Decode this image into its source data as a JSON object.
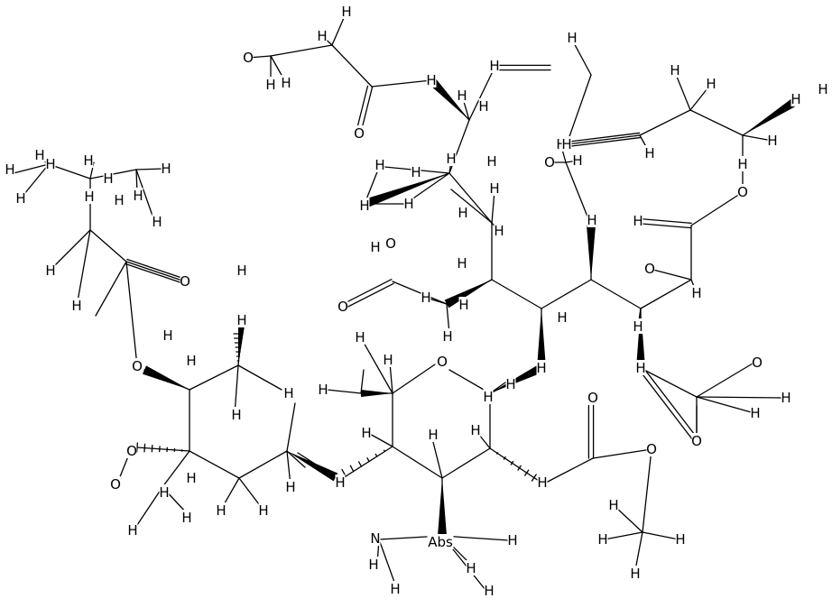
{
  "atoms": [
    {
      "name": "o-isovaleryl-carbonyl",
      "label": "O"
    },
    {
      "name": "o-isovaleryl-ester",
      "label": "O"
    },
    {
      "name": "h-isoval-1",
      "label": "H"
    },
    {
      "name": "h-isoval-2",
      "label": "H"
    },
    {
      "name": "h-isoval-3",
      "label": "H"
    },
    {
      "name": "h-isoval-4",
      "label": "H"
    },
    {
      "name": "h-isoval-5",
      "label": "H"
    },
    {
      "name": "h-isoval-6",
      "label": "H"
    },
    {
      "name": "h-isoval-7",
      "label": "H"
    },
    {
      "name": "h-isoval-8",
      "label": "H"
    },
    {
      "name": "h-isoval-9",
      "label": "H"
    },
    {
      "name": "h-isoval-10",
      "label": "H"
    },
    {
      "name": "h-isoval-11",
      "label": "H"
    },
    {
      "name": "h-isoval-12",
      "label": "H"
    },
    {
      "name": "h-isoval-13",
      "label": "H"
    },
    {
      "name": "h-isoval-14",
      "label": "H"
    },
    {
      "name": "o-mycarose-ring",
      "label": "O"
    },
    {
      "name": "o-mycarose-hydroxyl",
      "label": "O"
    },
    {
      "name": "h-mycarose-hydroxyl",
      "label": "H"
    },
    {
      "name": "h-myc-1",
      "label": "H"
    },
    {
      "name": "h-myc-2",
      "label": "H"
    },
    {
      "name": "h-myc-3",
      "label": "H"
    },
    {
      "name": "h-myc-4",
      "label": "H"
    },
    {
      "name": "h-myc-5",
      "label": "H"
    },
    {
      "name": "h-myc-6",
      "label": "H"
    },
    {
      "name": "h-myc-7",
      "label": "H"
    },
    {
      "name": "h-myc-8",
      "label": "H"
    },
    {
      "name": "h-myc-9",
      "label": "H"
    },
    {
      "name": "h-myc-10",
      "label": "H"
    },
    {
      "name": "h-myc-11",
      "label": "H"
    },
    {
      "name": "h-myc-12",
      "label": "H"
    },
    {
      "name": "o-glycosidic-1",
      "label": "O"
    },
    {
      "name": "o-mycaminose-ring",
      "label": "Abs"
    },
    {
      "name": "n-dimethylamino",
      "label": "N"
    },
    {
      "name": "h-nme-1",
      "label": "H"
    },
    {
      "name": "h-nme-2",
      "label": "H"
    },
    {
      "name": "h-nme-3",
      "label": "H"
    },
    {
      "name": "h-nme-4",
      "label": "H"
    },
    {
      "name": "h-nme-5",
      "label": "H"
    },
    {
      "name": "h-nme-6",
      "label": "H"
    },
    {
      "name": "h-myca-1",
      "label": "H"
    },
    {
      "name": "h-myca-2",
      "label": "H"
    },
    {
      "name": "h-myca-3",
      "label": "H"
    },
    {
      "name": "h-myca-4",
      "label": "H"
    },
    {
      "name": "h-myca-5",
      "label": "H"
    },
    {
      "name": "h-myca-6",
      "label": "H"
    },
    {
      "name": "h-myca-7",
      "label": "H"
    },
    {
      "name": "h-myca-8",
      "label": "H"
    },
    {
      "name": "o-propionyl-ester-2",
      "label": "O"
    },
    {
      "name": "o-propionyl-carbonyl-2",
      "label": "O"
    },
    {
      "name": "h-prop2-1",
      "label": "H"
    },
    {
      "name": "h-prop2-2",
      "label": "H"
    },
    {
      "name": "h-prop2-3",
      "label": "H"
    },
    {
      "name": "h-prop2-4",
      "label": "H"
    },
    {
      "name": "h-prop2-5",
      "label": "H"
    },
    {
      "name": "o-glycosidic-2",
      "label": "O"
    },
    {
      "name": "o-aldehyde",
      "label": "O"
    },
    {
      "name": "h-aldehyde",
      "label": "H"
    },
    {
      "name": "h-ald-ch2-1",
      "label": "H"
    },
    {
      "name": "h-ald-ch2-2",
      "label": "H"
    },
    {
      "name": "h-ring-1",
      "label": "H"
    },
    {
      "name": "h-ring-2",
      "label": "H"
    },
    {
      "name": "h-ring-3",
      "label": "H"
    },
    {
      "name": "h-ring-4",
      "label": "H"
    },
    {
      "name": "h-ring-5",
      "label": "H"
    },
    {
      "name": "h-ring-6",
      "label": "H"
    },
    {
      "name": "h-ring-7",
      "label": "H"
    },
    {
      "name": "h-ring-8",
      "label": "H"
    },
    {
      "name": "o-methoxy",
      "label": "O"
    },
    {
      "name": "h-ome-1",
      "label": "H"
    },
    {
      "name": "h-ome-2",
      "label": "H"
    },
    {
      "name": "h-ome-3",
      "label": "H"
    },
    {
      "name": "o-acetyl-ester",
      "label": "O"
    },
    {
      "name": "o-acetyl-carbonyl",
      "label": "O"
    },
    {
      "name": "h-ac-1",
      "label": "H"
    },
    {
      "name": "h-ac-2",
      "label": "H"
    },
    {
      "name": "h-ac-3",
      "label": "H"
    },
    {
      "name": "o-lactone-carbonyl",
      "label": "O"
    },
    {
      "name": "o-lactone-ring",
      "label": "O"
    },
    {
      "name": "h-lac-1",
      "label": "H"
    },
    {
      "name": "h-lac-2",
      "label": "H"
    },
    {
      "name": "h-lac-3",
      "label": "H"
    },
    {
      "name": "h-lac-4",
      "label": "H"
    },
    {
      "name": "h-lac-5",
      "label": "H"
    },
    {
      "name": "h-lac-6",
      "label": "H"
    },
    {
      "name": "h-lac-7",
      "label": "H"
    },
    {
      "name": "h-lac-8",
      "label": "H"
    },
    {
      "name": "h-diene-1",
      "label": "H"
    },
    {
      "name": "h-diene-2",
      "label": "H"
    },
    {
      "name": "h-diene-3",
      "label": "H"
    },
    {
      "name": "h-diene-4",
      "label": "H"
    },
    {
      "name": "o-propionyl-ester-1",
      "label": "O"
    },
    {
      "name": "o-propionyl-carbonyl-1",
      "label": "O"
    },
    {
      "name": "h-prop1-1",
      "label": "H"
    },
    {
      "name": "h-prop1-2",
      "label": "H"
    },
    {
      "name": "h-prop1-3",
      "label": "H"
    },
    {
      "name": "h-prop1-4",
      "label": "H"
    },
    {
      "name": "h-prop1-5",
      "label": "H"
    },
    {
      "name": "h-c9",
      "label": "H"
    },
    {
      "name": "h-me-1",
      "label": "H"
    },
    {
      "name": "h-me-2",
      "label": "H"
    },
    {
      "name": "h-me-3",
      "label": "H"
    },
    {
      "name": "h-me-4",
      "label": "H"
    },
    {
      "name": "h-ring-9",
      "label": "H"
    },
    {
      "name": "h-ring-10",
      "label": "H"
    },
    {
      "name": "h-ring-11",
      "label": "H"
    }
  ]
}
